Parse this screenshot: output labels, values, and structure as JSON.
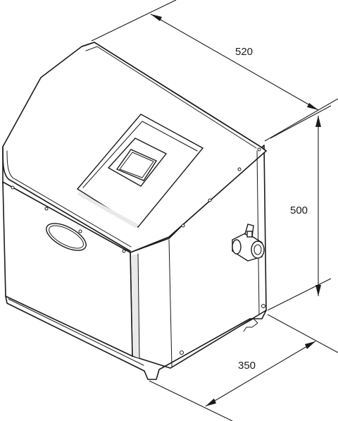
{
  "dimensions": {
    "width": {
      "value": "520"
    },
    "height": {
      "value": "500"
    },
    "depth": {
      "value": "350"
    }
  }
}
